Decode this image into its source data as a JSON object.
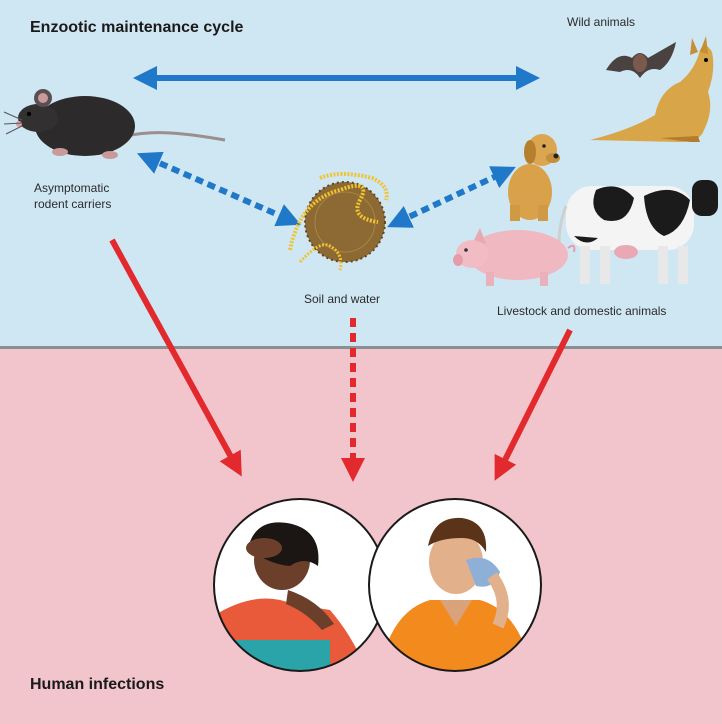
{
  "sections": {
    "top_title": "Enzootic maintenance cycle",
    "bottom_title": "Human infections"
  },
  "labels": {
    "wild_animals": "Wild animals",
    "rodent_line1": "Asymptomatic",
    "rodent_line2": "rodent carriers",
    "soil_water": "Soil and water",
    "livestock": "Livestock and domestic animals"
  },
  "colors": {
    "top_bg": "#cfe6f3",
    "bottom_bg": "#f2c4cb",
    "blue_arrow": "#1f78c8",
    "red_arrow": "#e2292d",
    "divider": "#8a8f93"
  }
}
